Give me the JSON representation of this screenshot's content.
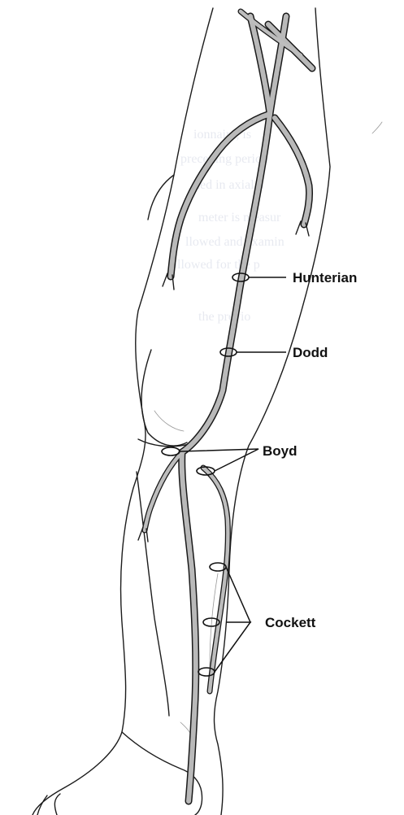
{
  "labels": {
    "hunterian": "Hunterian",
    "dodd": "Dodd",
    "boyd": "Boyd",
    "cockett": "Cockett"
  }
}
